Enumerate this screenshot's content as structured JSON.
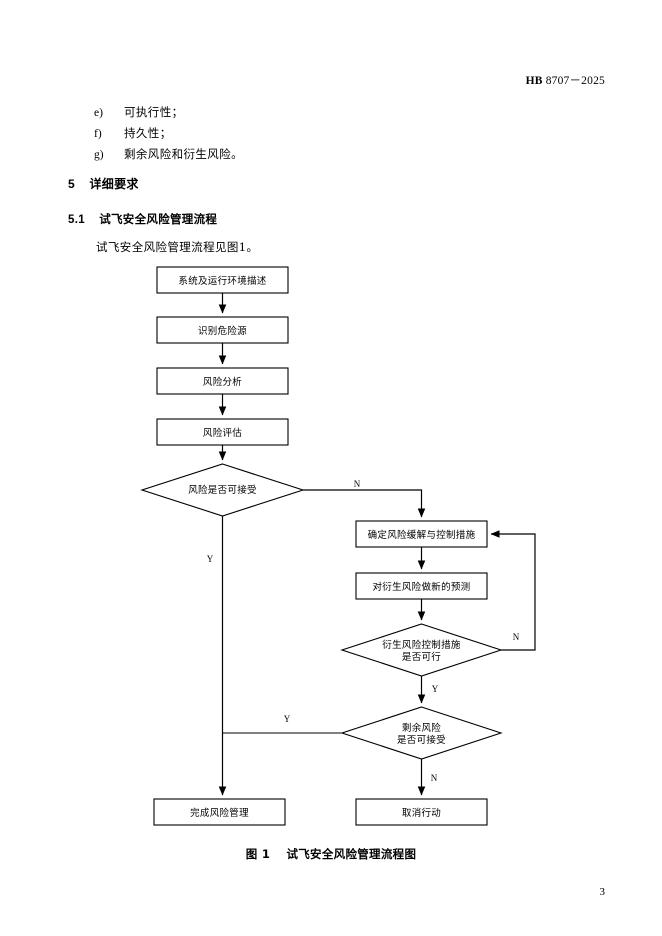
{
  "document": {
    "header": {
      "standard_code": "HB",
      "standard_number": "8707－2025"
    },
    "page_number": "3"
  },
  "list": {
    "items": [
      {
        "marker": "e)",
        "text": "可执行性；"
      },
      {
        "marker": "f)",
        "text": "持久性；"
      },
      {
        "marker": "g)",
        "text": "剩余风险和衍生风险。"
      }
    ]
  },
  "headings": {
    "clause5_number": "5",
    "clause5_title": "详细要求",
    "clause51_number": "5.1",
    "clause51_title": "试飞安全风险管理流程"
  },
  "body": {
    "paragraph": "试飞安全风险管理流程见图1。"
  },
  "figure": {
    "caption_number": "图 1",
    "caption_title": "试飞安全风险管理流程图",
    "nodes": {
      "n1": "系统及运行环境描述",
      "n2": "识别危险源",
      "n3": "风险分析",
      "n4": "风险评估",
      "d1": "风险是否可接受",
      "n5": "确定风险缓解与控制措施",
      "n6": "对衍生风险做新的预测",
      "d2_line1": "衍生风险控制措施",
      "d2_line2": "是否可行",
      "d3_line1": "剩余风险",
      "d3_line2": "是否可接受",
      "n7": "完成风险管理",
      "n8": "取消行动"
    },
    "branch_labels": {
      "d1_no": "N",
      "d1_yes": "Y",
      "d2_no": "N",
      "d2_yes": "Y",
      "d3_yes": "Y",
      "d3_no": "N"
    },
    "colors": {
      "stroke": "#000000",
      "fill": "#ffffff"
    }
  }
}
